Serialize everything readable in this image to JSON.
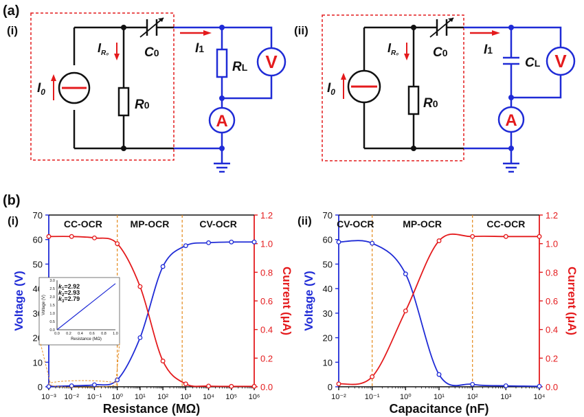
{
  "colors": {
    "blue": "#1f2bd6",
    "red": "#e41a1c",
    "black": "#111111",
    "orange": "#e6912a"
  },
  "panel_a": {
    "label": "(a)",
    "left": {
      "label": "(i)",
      "src_current": "I",
      "src_sub": "0",
      "r0_current": "I",
      "r0_sub": "R₀",
      "cap": "C",
      "cap_sub": "0",
      "r0": "R",
      "r0_sub2": "0",
      "i1": "I",
      "i1_sub": "1",
      "load": "R",
      "load_sub": "L",
      "voltmeter": "V",
      "ammeter": "A"
    },
    "right": {
      "label": "(ii)",
      "src_current": "I",
      "src_sub": "0",
      "r0_current": "I",
      "r0_sub": "R₀",
      "cap": "C",
      "cap_sub": "0",
      "r0": "R",
      "r0_sub2": "0",
      "i1": "I",
      "i1_sub": "1",
      "load": "C",
      "load_sub": "L",
      "voltmeter": "V",
      "ammeter": "A"
    }
  },
  "panel_b": {
    "label": "(b)"
  },
  "chart_data": [
    {
      "type": "line",
      "panel": "(i)",
      "xlabel": "Resistance (MΩ)",
      "ylabel_left": "Voltage (V)",
      "ylabel_right": "Current (μA)",
      "xscale": "log",
      "xlim": [
        0.001,
        1000000
      ],
      "xticks": [
        "10⁻³",
        "10⁻²",
        "10⁻¹",
        "10⁰",
        "10¹",
        "10²",
        "10³",
        "10⁴",
        "10⁵",
        "10⁶"
      ],
      "ylim_left": [
        0,
        70
      ],
      "yticks_left": [
        "0",
        "10",
        "20",
        "30",
        "40",
        "50",
        "60",
        "70"
      ],
      "ylim_right": [
        0,
        1.2
      ],
      "yticks_right": [
        "0.0",
        "0.2",
        "0.4",
        "0.6",
        "0.8",
        "1.0",
        "1.2"
      ],
      "regions": [
        "CC-OCR",
        "MP-OCR",
        "CV-OCR"
      ],
      "boundaries": [
        1,
        700
      ],
      "series": [
        {
          "axis": "left",
          "color": "blue",
          "x": [
            0.001,
            0.01,
            0.1,
            1,
            10,
            100,
            1000,
            10000,
            100000,
            1000000
          ],
          "y": [
            0.1,
            0.4,
            0.8,
            2.8,
            20,
            49,
            57.5,
            58.7,
            59,
            59
          ]
        },
        {
          "axis": "right",
          "color": "red",
          "x": [
            0.001,
            0.01,
            0.1,
            1,
            10,
            100,
            1000,
            10000,
            100000,
            1000000
          ],
          "y": [
            1.05,
            1.05,
            1.04,
            1.0,
            0.7,
            0.18,
            0.02,
            0.005,
            0.003,
            0.003
          ]
        }
      ],
      "inset": {
        "xlabel": "Resistance (MΩ)",
        "ylabel": "Voltage (V)",
        "xlim": [
          0,
          1.0
        ],
        "ylim": [
          0,
          3.0
        ],
        "xticks": [
          "0.0",
          "0.2",
          "0.4",
          "0.6",
          "0.8",
          "1.0"
        ],
        "yticks": [
          "0.0",
          "0.5",
          "1.0",
          "1.5",
          "2.0",
          "2.5",
          "3.0"
        ],
        "x": [
          0,
          1.0
        ],
        "y": [
          0,
          2.8
        ],
        "annotations": [
          {
            "k": "k",
            "sub": "1",
            "val": "=2.92"
          },
          {
            "k": "k",
            "sub": "2",
            "val": "=2.93"
          },
          {
            "k": "k",
            "sub": "3",
            "val": "=2.79"
          }
        ]
      }
    },
    {
      "type": "line",
      "panel": "(ii)",
      "xlabel": "Capacitance (nF)",
      "ylabel_left": "Voltage (V)",
      "ylabel_right": "Current (μA)",
      "xscale": "log",
      "xlim": [
        0.01,
        10000
      ],
      "xticks": [
        "10⁻²",
        "10⁻¹",
        "10⁰",
        "10¹",
        "10²",
        "10³",
        "10⁴"
      ],
      "ylim_left": [
        0,
        70
      ],
      "yticks_left": [
        "0",
        "10",
        "20",
        "30",
        "40",
        "50",
        "60",
        "70"
      ],
      "ylim_right": [
        0,
        1.2
      ],
      "yticks_right": [
        "0.0",
        "0.2",
        "0.4",
        "0.6",
        "0.8",
        "1.0",
        "1.2"
      ],
      "regions": [
        "CV-OCR",
        "MP-OCR",
        "CC-OCR"
      ],
      "boundaries": [
        0.1,
        100
      ],
      "series": [
        {
          "axis": "left",
          "color": "blue",
          "x": [
            0.01,
            0.1,
            1,
            10,
            100,
            1000,
            10000
          ],
          "y": [
            59,
            58.5,
            46,
            5,
            1,
            0.4,
            0.2
          ]
        },
        {
          "axis": "right",
          "color": "red",
          "x": [
            0.01,
            0.1,
            1,
            10,
            100,
            1000,
            10000
          ],
          "y": [
            0.02,
            0.07,
            0.53,
            1.02,
            1.05,
            1.05,
            1.05
          ]
        }
      ]
    }
  ]
}
